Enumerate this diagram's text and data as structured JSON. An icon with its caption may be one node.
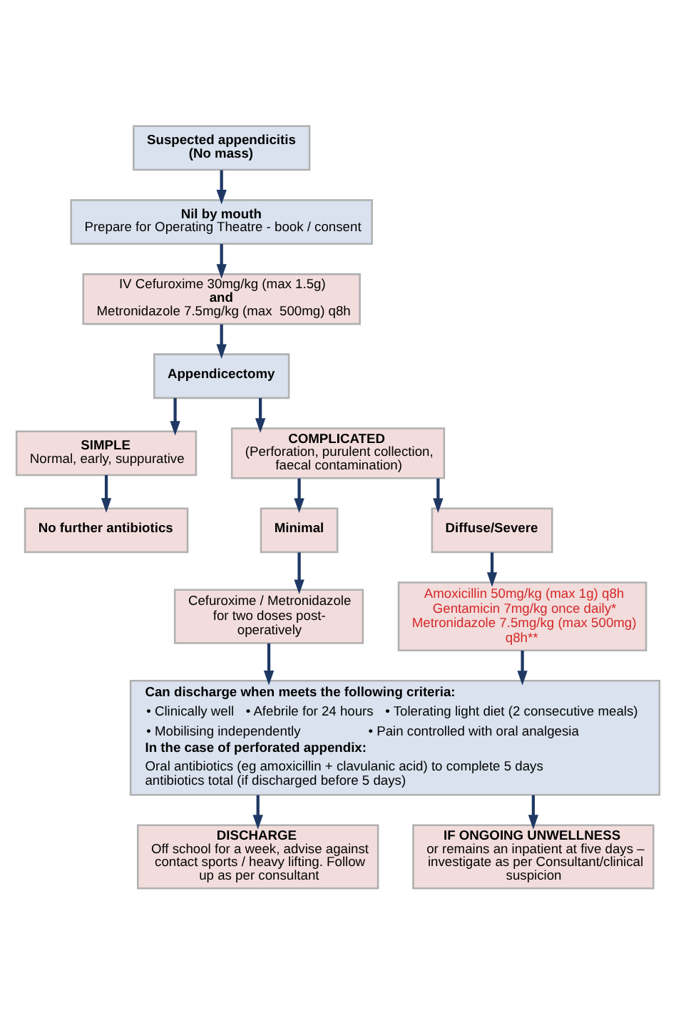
{
  "diagram": {
    "nodes": [
      {
        "text": [
          "Suspected appendicitis (No mass)"
        ]
      },
      {
        "text": [
          "Nil by mouth",
          "Prepare for Operating Theatre - book / consent"
        ]
      },
      {
        "text": [
          "IV Cefuroxime 30mg/kg (max 1.5g)",
          "and",
          "Metronidazole 7.5mg/kg (max  500mg) q8h"
        ]
      },
      {
        "text": [
          "Appendicectomy"
        ]
      },
      {
        "text": [
          "SIMPLE",
          "Normal, early, suppurative"
        ]
      },
      {
        "text": [
          "COMPLICATED",
          "(Perforation, purulent collection, faecal contamination)"
        ]
      },
      {
        "text": [
          "No further antibiotics"
        ]
      },
      {
        "text": [
          "Minimal"
        ]
      },
      {
        "text": [
          "Diffuse/Severe"
        ]
      },
      {
        "text": [
          "Cefuroxime / Metronidazole for two doses post-operatively"
        ]
      },
      {
        "text": [
          "Amoxicillin 50mg/kg (max 1g) q8h",
          "Gentamicin 7mg/kg once daily*",
          "Metronidazole 7.5mg/kg (max 500mg) q8h**"
        ]
      },
      {
        "text": [
          "Can discharge when meets the following criteria:",
          "• Clinically well",
          "• Afebrile for 24 hours",
          "• Tolerating light diet (2 consecutive meals)",
          "• Mobilising independently",
          "• Pain controlled with oral analgesia",
          "In the case of perforated appendix:",
          "Oral antibiotics (eg amoxicillin + clavulanic acid) to complete 5 days antibiotics total (if discharged before 5 days)"
        ]
      },
      {
        "text": [
          "DISCHARGE",
          "Off school for a week, advise against contact sports / heavy lifting. Follow up as per consultant"
        ]
      },
      {
        "text": [
          "IF ONGOING UNWELLNESS",
          "or remains an inpatient at five days – investigate as per Consultant/clinical suspicion"
        ]
      }
    ],
    "edges": [
      {
        "from": 0,
        "to": 1,
        "arrow": "to"
      },
      {
        "from": 1,
        "to": 2,
        "arrow": "to"
      },
      {
        "from": 2,
        "to": 3,
        "arrow": "to"
      },
      {
        "from": 3,
        "to": 4,
        "arrow": "to"
      },
      {
        "from": 3,
        "to": 5,
        "arrow": "to"
      },
      {
        "from": 4,
        "to": 6,
        "arrow": "to"
      },
      {
        "from": 5,
        "to": 7,
        "arrow": "to"
      },
      {
        "from": 5,
        "to": 8,
        "arrow": "to"
      },
      {
        "from": 7,
        "to": 9,
        "arrow": "to"
      },
      {
        "from": 8,
        "to": 10,
        "arrow": "to"
      },
      {
        "from": 9,
        "to": 11,
        "arrow": "to"
      },
      {
        "from": 10,
        "to": 11,
        "arrow": "to"
      },
      {
        "from": 11,
        "to": 12,
        "arrow": "to"
      },
      {
        "from": 11,
        "to": 13,
        "arrow": "to"
      }
    ]
  }
}
